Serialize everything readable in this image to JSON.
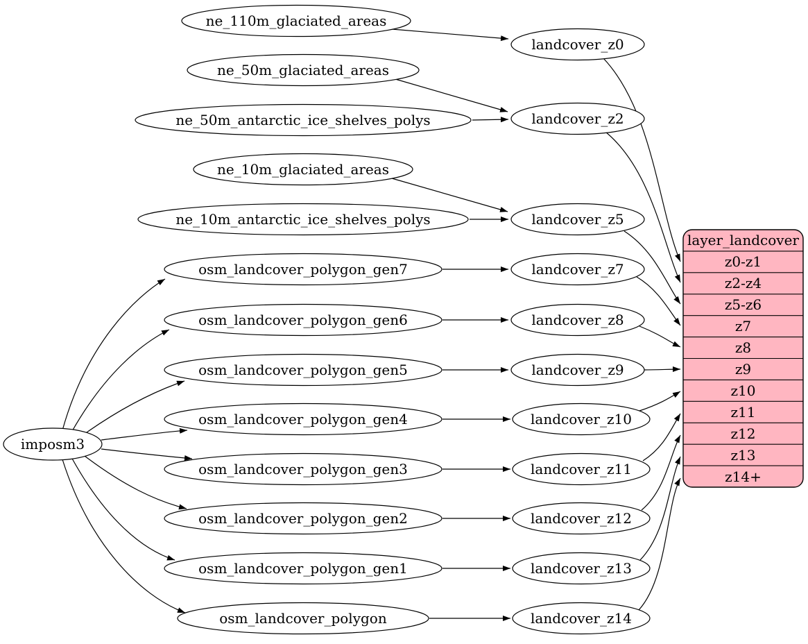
{
  "diagram": {
    "colors": {
      "background": "#ffffff",
      "node_fill": "#ffffff",
      "stroke": "#000000",
      "table_fill": "#ffb6c1"
    },
    "root": {
      "label": "imposm3"
    },
    "sources": [
      {
        "label": "ne_110m_glaciated_areas"
      },
      {
        "label": "ne_50m_glaciated_areas"
      },
      {
        "label": "ne_50m_antarctic_ice_shelves_polys"
      },
      {
        "label": "ne_10m_glaciated_areas"
      },
      {
        "label": "ne_10m_antarctic_ice_shelves_polys"
      },
      {
        "label": "osm_landcover_polygon_gen7"
      },
      {
        "label": "osm_landcover_polygon_gen6"
      },
      {
        "label": "osm_landcover_polygon_gen5"
      },
      {
        "label": "osm_landcover_polygon_gen4"
      },
      {
        "label": "osm_landcover_polygon_gen3"
      },
      {
        "label": "osm_landcover_polygon_gen2"
      },
      {
        "label": "osm_landcover_polygon_gen1"
      },
      {
        "label": "osm_landcover_polygon"
      }
    ],
    "intermediates": [
      {
        "label": "landcover_z0"
      },
      {
        "label": "landcover_z2"
      },
      {
        "label": "landcover_z5"
      },
      {
        "label": "landcover_z7"
      },
      {
        "label": "landcover_z8"
      },
      {
        "label": "landcover_z9"
      },
      {
        "label": "landcover_z10"
      },
      {
        "label": "landcover_z11"
      },
      {
        "label": "landcover_z12"
      },
      {
        "label": "landcover_z13"
      },
      {
        "label": "landcover_z14"
      }
    ],
    "table": {
      "header": "layer_landcover",
      "rows": [
        "z0-z1",
        "z2-z4",
        "z5-z6",
        "z7",
        "z8",
        "z9",
        "z10",
        "z11",
        "z12",
        "z13",
        "z14+"
      ]
    },
    "edges": [
      {
        "from": "imposm3",
        "to": "osm_landcover_polygon_gen7"
      },
      {
        "from": "imposm3",
        "to": "osm_landcover_polygon_gen6"
      },
      {
        "from": "imposm3",
        "to": "osm_landcover_polygon_gen5"
      },
      {
        "from": "imposm3",
        "to": "osm_landcover_polygon_gen4"
      },
      {
        "from": "imposm3",
        "to": "osm_landcover_polygon_gen3"
      },
      {
        "from": "imposm3",
        "to": "osm_landcover_polygon_gen2"
      },
      {
        "from": "imposm3",
        "to": "osm_landcover_polygon_gen1"
      },
      {
        "from": "imposm3",
        "to": "osm_landcover_polygon"
      },
      {
        "from": "ne_110m_glaciated_areas",
        "to": "landcover_z0"
      },
      {
        "from": "ne_50m_glaciated_areas",
        "to": "landcover_z2"
      },
      {
        "from": "ne_50m_antarctic_ice_shelves_polys",
        "to": "landcover_z2"
      },
      {
        "from": "ne_10m_glaciated_areas",
        "to": "landcover_z5"
      },
      {
        "from": "ne_10m_antarctic_ice_shelves_polys",
        "to": "landcover_z5"
      },
      {
        "from": "osm_landcover_polygon_gen7",
        "to": "landcover_z7"
      },
      {
        "from": "osm_landcover_polygon_gen6",
        "to": "landcover_z8"
      },
      {
        "from": "osm_landcover_polygon_gen5",
        "to": "landcover_z9"
      },
      {
        "from": "osm_landcover_polygon_gen4",
        "to": "landcover_z10"
      },
      {
        "from": "osm_landcover_polygon_gen3",
        "to": "landcover_z11"
      },
      {
        "from": "osm_landcover_polygon_gen2",
        "to": "landcover_z12"
      },
      {
        "from": "osm_landcover_polygon_gen1",
        "to": "landcover_z13"
      },
      {
        "from": "osm_landcover_polygon",
        "to": "landcover_z14"
      },
      {
        "from": "landcover_z0",
        "to": "layer_landcover:z0-z1"
      },
      {
        "from": "landcover_z2",
        "to": "layer_landcover:z2-z4"
      },
      {
        "from": "landcover_z5",
        "to": "layer_landcover:z5-z6"
      },
      {
        "from": "landcover_z7",
        "to": "layer_landcover:z7"
      },
      {
        "from": "landcover_z8",
        "to": "layer_landcover:z8"
      },
      {
        "from": "landcover_z9",
        "to": "layer_landcover:z9"
      },
      {
        "from": "landcover_z10",
        "to": "layer_landcover:z10"
      },
      {
        "from": "landcover_z11",
        "to": "layer_landcover:z11"
      },
      {
        "from": "landcover_z12",
        "to": "layer_landcover:z12"
      },
      {
        "from": "landcover_z13",
        "to": "layer_landcover:z13"
      },
      {
        "from": "landcover_z14",
        "to": "layer_landcover:z14+"
      }
    ]
  }
}
